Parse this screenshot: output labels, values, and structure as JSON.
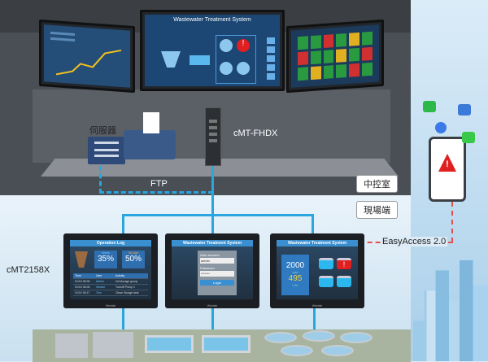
{
  "control_room": {
    "label": "中控室",
    "server_label": "伺服器",
    "gateway_label": "cMT-FHDX",
    "ftp_label": "FTP",
    "wall_screen": {
      "title": "Wastewater Treatment System"
    }
  },
  "field": {
    "label": "現場端",
    "hmi_label": "cMT2158X",
    "remote_label": "EasyAccess 2.0"
  },
  "hmi1": {
    "title": "Operation Log",
    "water_label": "Water",
    "water_value": "35%",
    "sludge_label": "Sludge",
    "sludge_value": "50%",
    "columns": [
      "Time",
      "User",
      "Activity"
    ],
    "rows": [
      [
        "01/10 06:30",
        "Admin",
        "Init storage group"
      ],
      [
        "01/10 06:00",
        "Vendor",
        "Turnoff Pump 1"
      ],
      [
        "01/10 06:17",
        "Tom",
        "Clean Sludge tank"
      ]
    ],
    "brand": "Weintek"
  },
  "hmi2": {
    "title": "Wastewater Treatment System",
    "account_label": "User account",
    "account_value": "admin",
    "password_label": "Password",
    "password_value": "*******",
    "login_label": "Login",
    "brand": "Weintek"
  },
  "hmi3": {
    "title": "Wastewater Treatment System",
    "speed_value": "2000",
    "speed_unit": "rpm",
    "flow_value": "495",
    "flow_unit": "L/hr",
    "brand": "Weintek"
  },
  "colors": {
    "accent": "#2aa6df",
    "alarm": "#e02020",
    "remote_line": "#e05050"
  }
}
